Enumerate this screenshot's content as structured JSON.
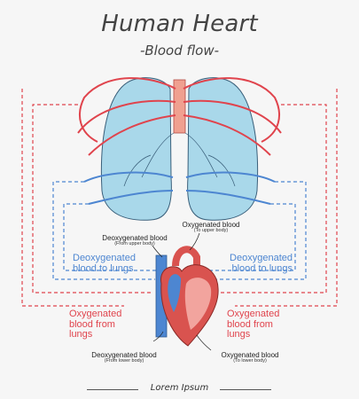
{
  "title": "Human Heart",
  "subtitle": "-Blood flow-",
  "labels": {
    "oxy_upper": "Oxygenated blood",
    "oxy_upper_sub": "(To upper body)",
    "deoxy_upper": "Deoxygenated blood",
    "deoxy_upper_sub": "(From upper body)",
    "deoxy_lungs_left": "Deoxygenated blood to lungs",
    "deoxy_lungs_right": "Deoxygenated blood to lungs",
    "oxy_lungs_left": "Oxygenated blood from lungs",
    "oxy_lungs_right": "Oxygenated blood from lungs",
    "deoxy_lower": "Deoxygenated blood",
    "deoxy_lower_sub": "(From lower body)",
    "oxy_lower": "Oxygenated blood",
    "oxy_lower_sub": "(To lower body)"
  },
  "footer": "Lorem Ipsum",
  "colors": {
    "red": "#e0444d",
    "blue": "#4d86d1",
    "lung": "#a9d8ea",
    "heart": "#d9534f"
  }
}
